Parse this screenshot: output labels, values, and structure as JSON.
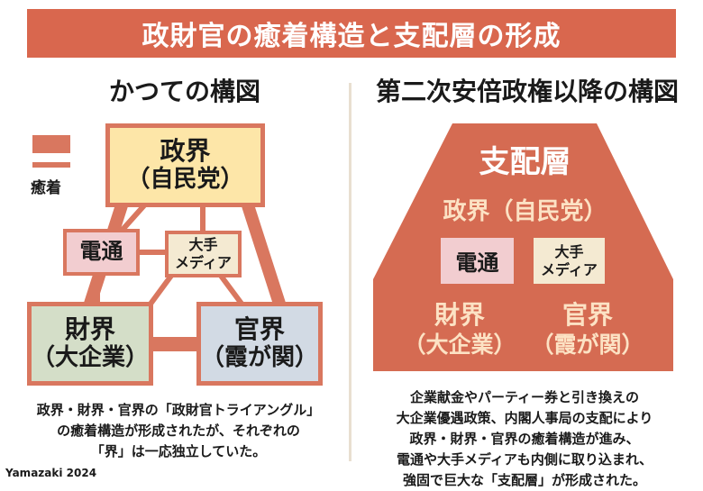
{
  "banner": {
    "title": "政財官の癒着構造と支配層の形成"
  },
  "left": {
    "title": "かつての構図",
    "legend_label": "癒着",
    "boxes": {
      "seikai": {
        "main": "政界",
        "sub": "（自民党）"
      },
      "dentsu": {
        "main": "電通"
      },
      "media": {
        "line1": "大手",
        "line2": "メディア"
      },
      "zaikai": {
        "main": "財界",
        "sub": "（大企業）"
      },
      "kankai": {
        "main": "官界",
        "sub": "（霞が関）"
      }
    },
    "caption": [
      "政界・財界・官界の「政財官トライアングル」",
      "の癒着構造が形成されたが、それぞれの",
      "「界」は一応独立していた。"
    ]
  },
  "right": {
    "title": "第二次安倍政権以降の構図",
    "pyramid": {
      "top": "支配層",
      "seikai": "政界（自民党）",
      "dentsu": "電通",
      "media": {
        "line1": "大手",
        "line2": "メディア"
      },
      "zaikai": {
        "main": "財界",
        "sub": "（大企業）"
      },
      "kankai": {
        "main": "官界",
        "sub": "（霞が関）"
      }
    },
    "caption": [
      "企業献金やパーティー券と引き換えの",
      "大企業優遇政策、内閣人事局の支配により",
      "政界・財界・官界の癒着構造が進み、",
      "電通や大手メディアも内側に取り込まれ、",
      "強固で巨大な「支配層」が形成された。"
    ]
  },
  "credit": "Yamazaki 2024",
  "colors": {
    "accent": "#d9674e",
    "link": "#d9775f",
    "pyramid": "#d56b52"
  }
}
